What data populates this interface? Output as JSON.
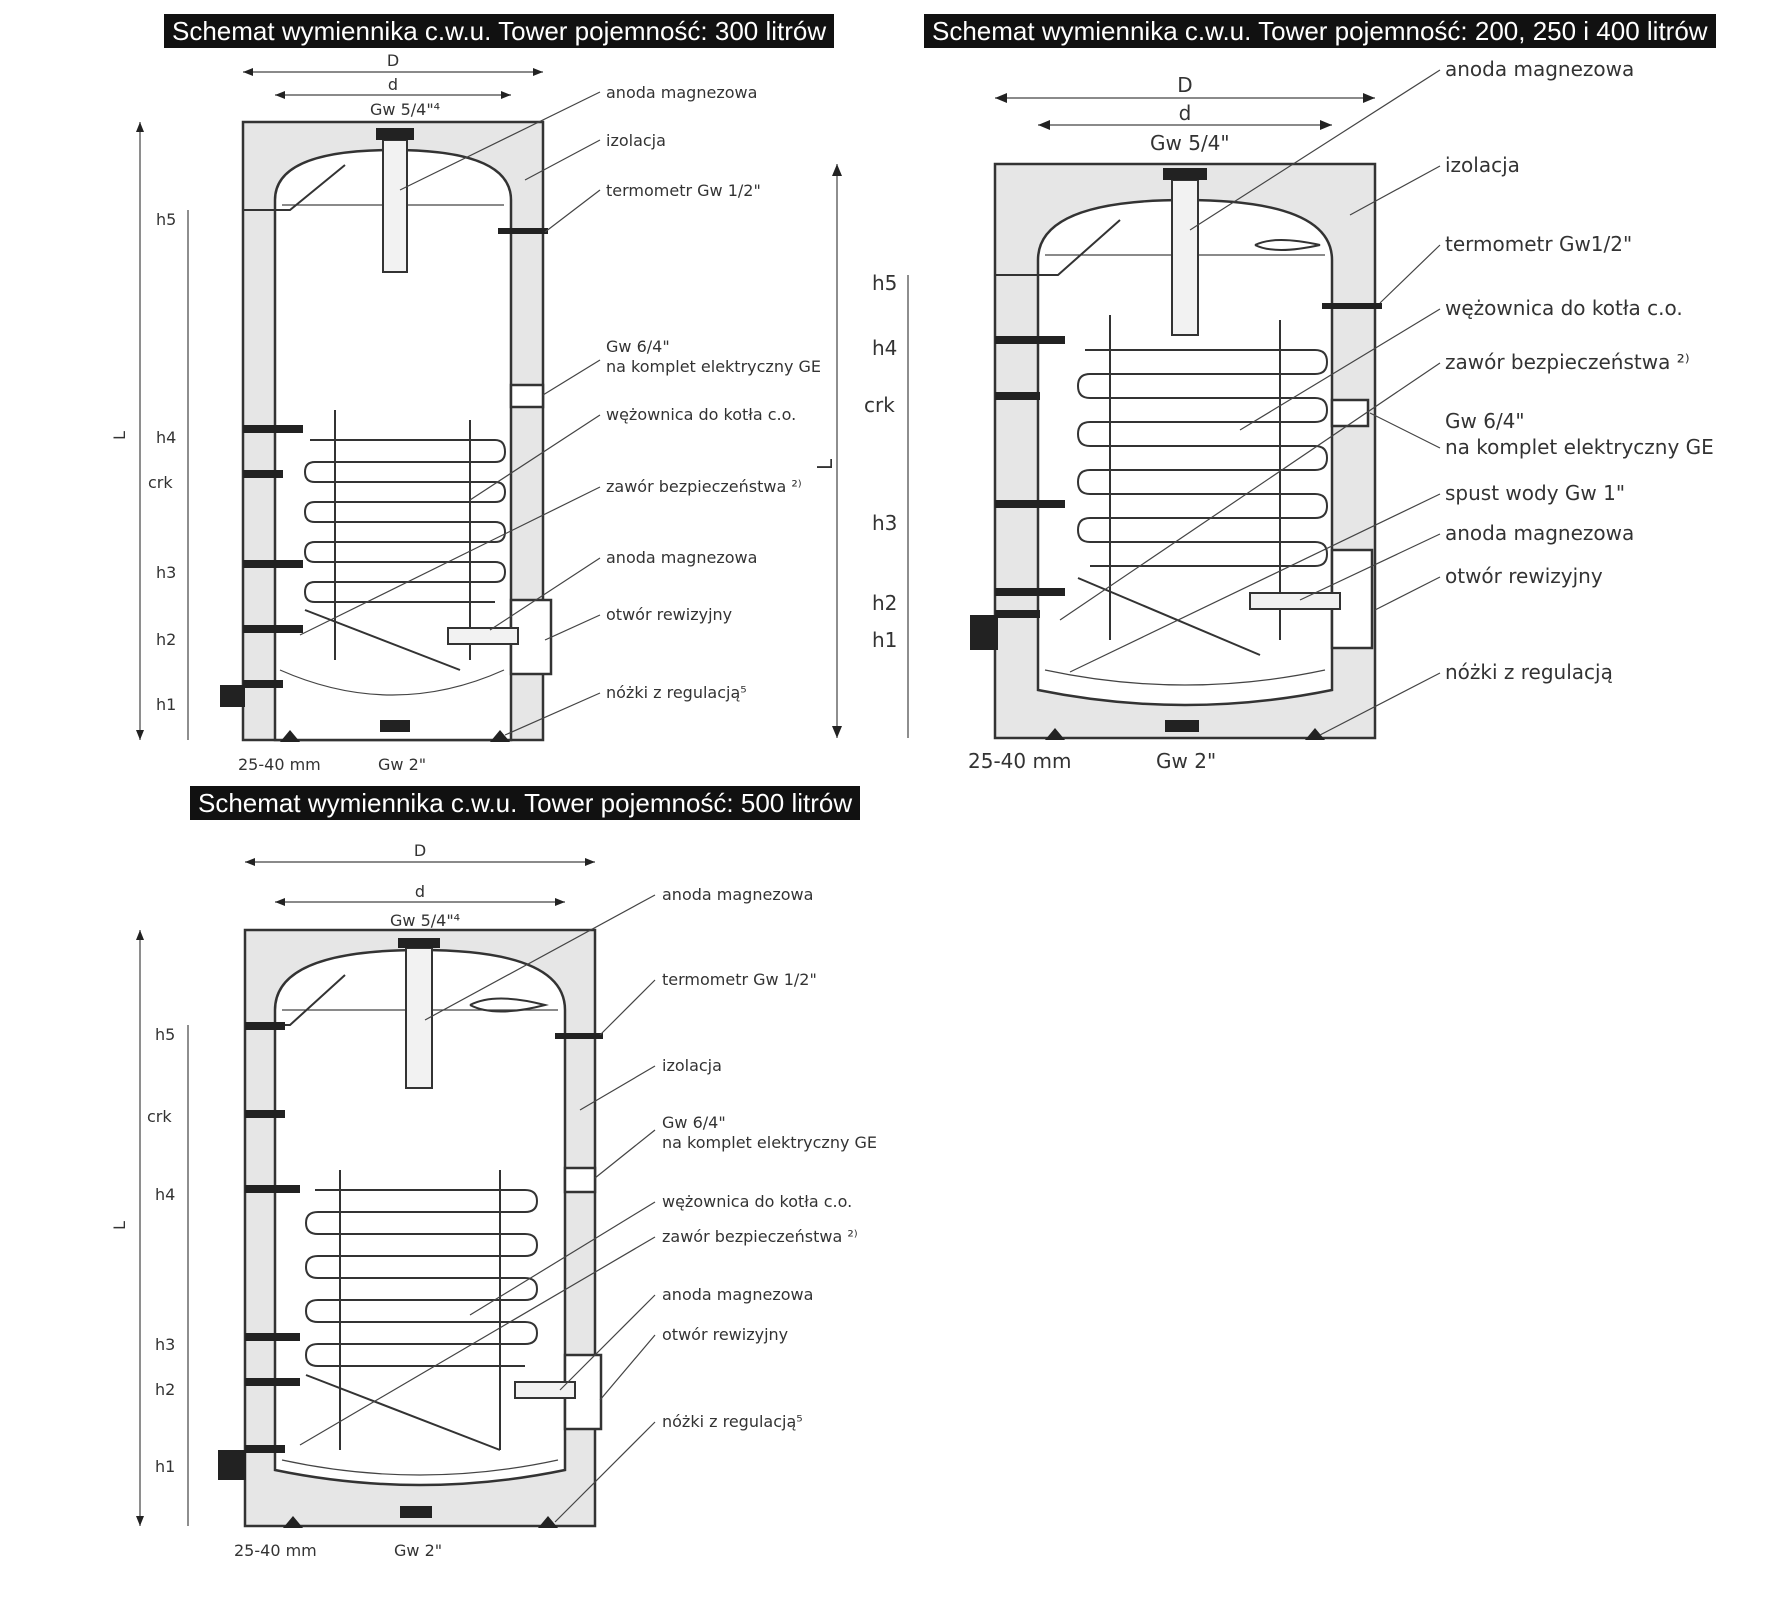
{
  "diagram_300": {
    "title": "Schemat wymiennika c.w.u. Tower pojemność: 300 litrów",
    "dims": {
      "D": "D",
      "d": "d",
      "top": "Gw 5/4\"⁴",
      "L": "L",
      "h5": "h5",
      "h4": "h4",
      "crk": "crk",
      "h3": "h3",
      "h2": "h2",
      "h1": "h1",
      "bottom_gap": "25-40 mm",
      "drain": "Gw 2\""
    },
    "callouts": [
      "anoda magnezowa",
      "izolacja",
      "termometr Gw 1/2\"",
      "Gw 6/4\"",
      "na komplet elektryczny GE",
      "wężownica do kotła c.o.",
      "zawór bezpieczeństwa ²⁾",
      "anoda magnezowa",
      "otwór rewizyjny",
      "nóżki z regulacją⁵"
    ]
  },
  "diagram_200": {
    "title": "Schemat wymiennika c.w.u. Tower pojemność: 200, 250 i 400 litrów",
    "dims": {
      "D": "D",
      "d": "d",
      "top": "Gw 5/4\"",
      "L": "L",
      "h5": "h5",
      "h4": "h4",
      "crk": "crk",
      "h3": "h3",
      "h2": "h2",
      "h1": "h1",
      "bottom_gap": "25-40 mm",
      "drain": "Gw 2\""
    },
    "callouts": [
      "anoda magnezowa",
      "izolacja",
      "termometr Gw1/2\"",
      "wężownica do kotła c.o.",
      "zawór bezpieczeństwa ²⁾",
      "Gw 6/4\"",
      "na komplet elektryczny GE",
      "spust wody Gw 1\"",
      "anoda magnezowa",
      "otwór rewizyjny",
      "nóżki z regulacją"
    ]
  },
  "diagram_500": {
    "title": "Schemat wymiennika c.w.u. Tower pojemność: 500 litrów",
    "dims": {
      "D": "D",
      "d": "d",
      "top": "Gw 5/4\"⁴",
      "L": "L",
      "h5": "h5",
      "crk": "crk",
      "h4": "h4",
      "h3": "h3",
      "h2": "h2",
      "h1": "h1",
      "bottom_gap": "25-40 mm",
      "drain": "Gw 2\""
    },
    "callouts": [
      "anoda magnezowa",
      "termometr Gw 1/2\"",
      "izolacja",
      "Gw 6/4\"",
      "na komplet elektryczny GE",
      "wężownica do kotła c.o.",
      "zawór bezpieczeństwa ²⁾",
      "anoda magnezowa",
      "otwór rewizyjny",
      "nóżki z regulacją⁵"
    ]
  }
}
